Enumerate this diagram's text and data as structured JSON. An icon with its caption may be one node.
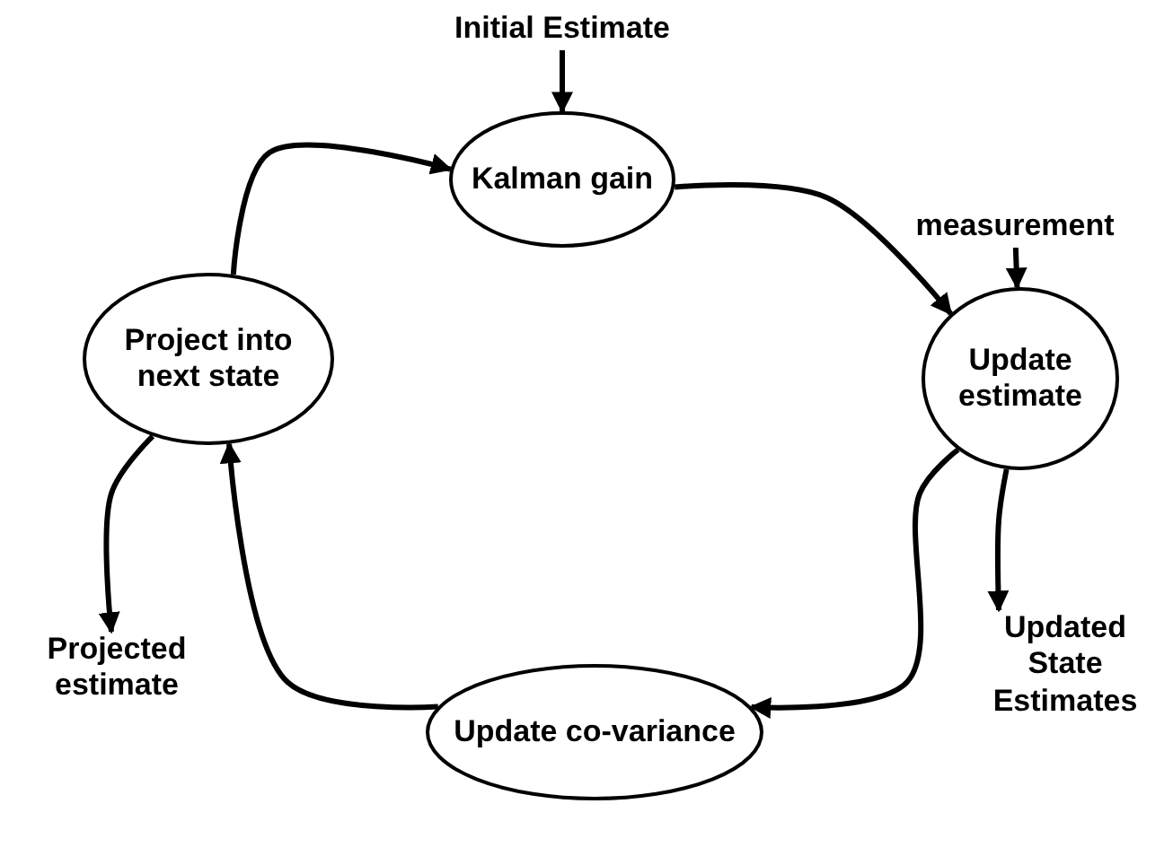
{
  "diagram": {
    "nodes": [
      {
        "text": [
          "Initial Estimate"
        ]
      },
      {
        "text": [
          "Kalman gain"
        ]
      },
      {
        "text": [
          "measurement"
        ]
      },
      {
        "text": [
          "Update estimate"
        ]
      },
      {
        "text": [
          "Update co-variance"
        ]
      },
      {
        "text": [
          "Project into next state"
        ]
      },
      {
        "text": [
          "Projected estimate"
        ]
      },
      {
        "text": [
          "Updated State Estimates"
        ]
      }
    ],
    "edges": [
      {
        "from": 0,
        "to": 1,
        "arrow": "to"
      },
      {
        "from": 1,
        "to": 3,
        "arrow": "to"
      },
      {
        "from": 2,
        "to": 3,
        "arrow": "to"
      },
      {
        "from": 3,
        "to": 4,
        "arrow": "to"
      },
      {
        "from": 4,
        "to": 5,
        "arrow": "to"
      },
      {
        "from": 5,
        "to": 1,
        "arrow": "to"
      },
      {
        "from": 3,
        "to": 7,
        "arrow": "to"
      },
      {
        "from": 5,
        "to": 6,
        "arrow": "to"
      }
    ]
  }
}
